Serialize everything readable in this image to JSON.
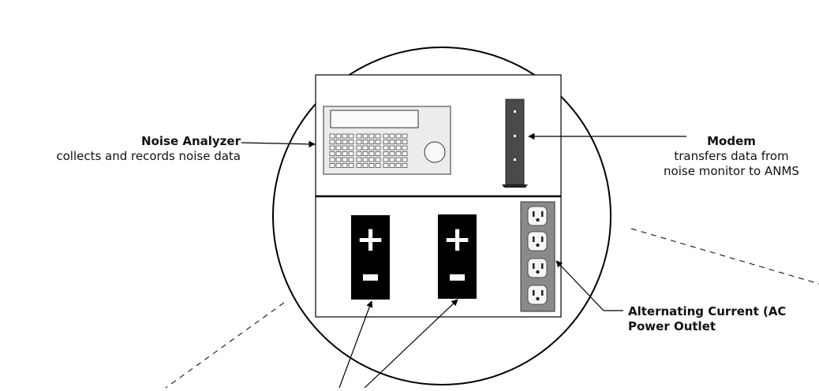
{
  "noise_analyzer": {
    "title": "Noise Analyzer",
    "description": "collects and records noise data"
  },
  "modem": {
    "title": "Modem",
    "description_line1": "transfers data from",
    "description_line2": "noise monitor to ANMS"
  },
  "ac_outlet": {
    "title_line1": "Alternating Current (AC",
    "title_line2": "Power Outlet"
  },
  "battery": {
    "plus_symbol": "+",
    "minus_symbol": "–"
  },
  "colors": {
    "line": "#000000",
    "panel_fill": "#ffffff",
    "device_fill": "#ececec",
    "outlet_strip": "#8a8a8a",
    "modem_body": "#4a4a4a",
    "battery_fill": "#000000"
  }
}
